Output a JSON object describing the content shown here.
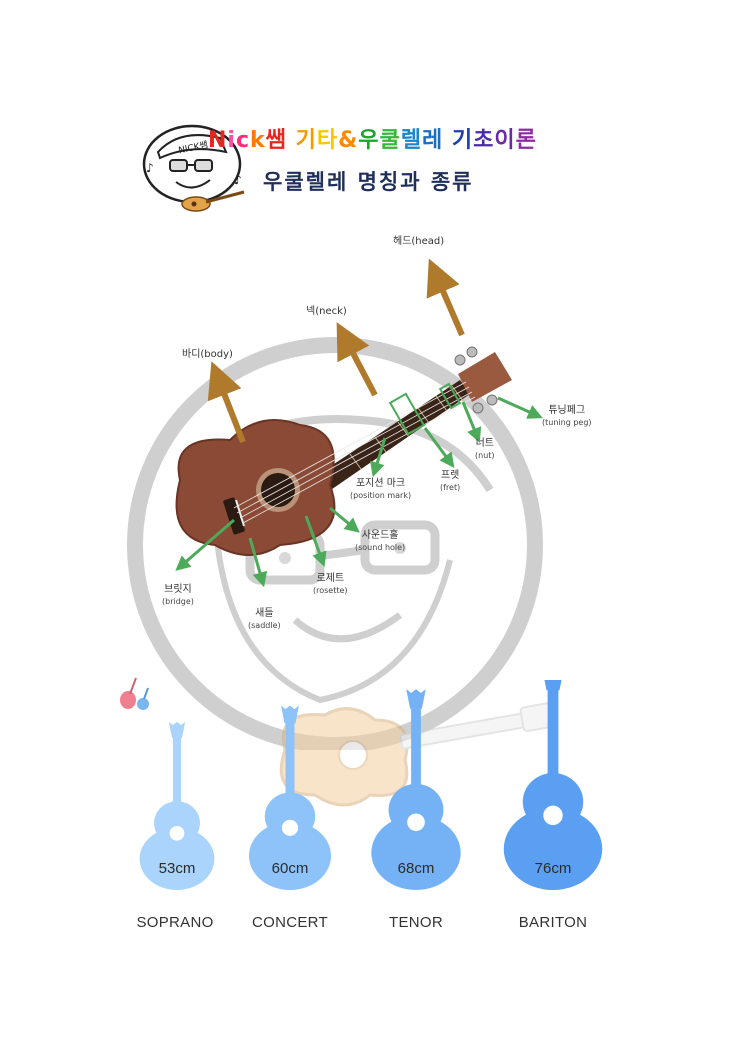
{
  "title": {
    "line1_parts": [
      {
        "text": "N",
        "color": "#e8261f"
      },
      {
        "text": "i",
        "color": "#ff4fa3"
      },
      {
        "text": "c",
        "color": "#ff2e7a"
      },
      {
        "text": "k",
        "color": "#ff7a00"
      },
      {
        "text": "쌤",
        "color": "#e8261f"
      },
      {
        "text": " 기",
        "color": "#f29b00"
      },
      {
        "text": "타",
        "color": "#f7c600"
      },
      {
        "text": "&",
        "color": "#ff8a00"
      },
      {
        "text": "우",
        "color": "#1aa52a"
      },
      {
        "text": "쿨",
        "color": "#33b83c"
      },
      {
        "text": "렐",
        "color": "#1787c9"
      },
      {
        "text": "레",
        "color": "#1a6fc2"
      },
      {
        "text": " 기",
        "color": "#1f3fae"
      },
      {
        "text": "초",
        "color": "#4a2ba8"
      },
      {
        "text": "이",
        "color": "#6a2aa8"
      },
      {
        "text": "론",
        "color": "#8e2aa3"
      }
    ],
    "line2": "우쿨렐레 명칭과 종류",
    "logo_text": "NICK쌤"
  },
  "parts": {
    "head": {
      "ko": "헤드(head)"
    },
    "neck": {
      "ko": "넥(neck)"
    },
    "body": {
      "ko": "바디(body)"
    },
    "tuning_peg": {
      "ko": "튜닝페그",
      "en": "(tuning peg)"
    },
    "nut": {
      "ko": "너트",
      "en": "(nut)"
    },
    "fret": {
      "ko": "프렛",
      "en": "(fret)"
    },
    "position_mark": {
      "ko": "포지션 마크",
      "en": "(position mark)"
    },
    "sound_hole": {
      "ko": "사운드홀",
      "en": "(sound hole)"
    },
    "rosette": {
      "ko": "로제트",
      "en": "(rosette)"
    },
    "bridge": {
      "ko": "브릿지",
      "en": "(bridge)"
    },
    "saddle": {
      "ko": "새들",
      "en": "(saddle)"
    }
  },
  "sizes": [
    {
      "size": "53cm",
      "type": "SOPRANO",
      "color": "#aad4fb"
    },
    {
      "size": "60cm",
      "type": "CONCERT",
      "color": "#8dc3f8"
    },
    {
      "size": "68cm",
      "type": "TENOR",
      "color": "#74b2f5"
    },
    {
      "size": "76cm",
      "type": "BARITON",
      "color": "#5a9ff2"
    }
  ],
  "colors": {
    "arrow_brown": "#b07a2c",
    "arrow_green": "#4caa5a",
    "watermark": "#c8c8c8",
    "ukulele_wood": "#8a4a36"
  }
}
